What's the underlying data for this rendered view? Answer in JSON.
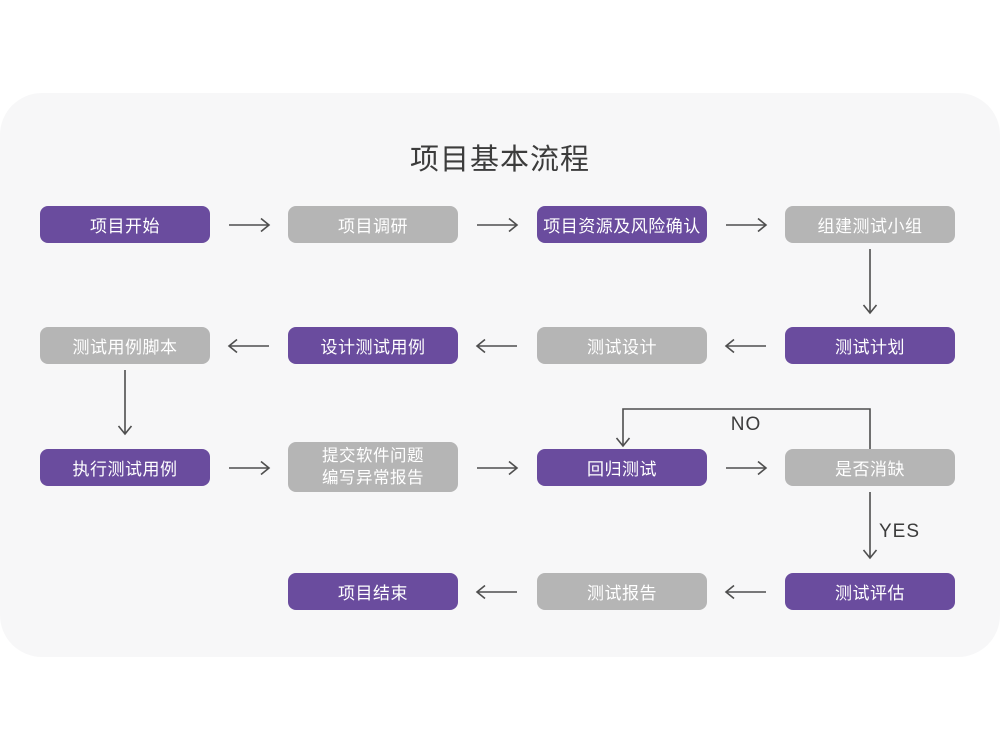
{
  "title": "项目基本流程",
  "theme": {
    "purple": "#6a4c9e",
    "gray": "#b5b5b5",
    "card_bg": "#f7f7f8",
    "page_bg": "#ffffff",
    "arrow": "#4f4f4f",
    "text_dark": "#3c3c3c"
  },
  "nodes": [
    {
      "label": "项目开始",
      "variant": "purple"
    },
    {
      "label": "项目调研",
      "variant": "gray"
    },
    {
      "label": "项目资源及风险确认",
      "variant": "purple"
    },
    {
      "label": "组建测试小组",
      "variant": "gray"
    },
    {
      "label": "测试计划",
      "variant": "purple"
    },
    {
      "label": "测试设计",
      "variant": "gray"
    },
    {
      "label": "设计测试用例",
      "variant": "purple"
    },
    {
      "label": "测试用例脚本",
      "variant": "gray"
    },
    {
      "label": "执行测试用例",
      "variant": "purple"
    },
    {
      "label": "提交软件问题\n编写异常报告",
      "variant": "gray"
    },
    {
      "label": "回归测试",
      "variant": "purple"
    },
    {
      "label": "是否消缺",
      "variant": "gray"
    },
    {
      "label": "测试评估",
      "variant": "purple"
    },
    {
      "label": "测试报告",
      "variant": "gray"
    },
    {
      "label": "项目结束",
      "variant": "purple"
    }
  ],
  "edge_labels": {
    "no": "NO",
    "yes": "YES"
  }
}
